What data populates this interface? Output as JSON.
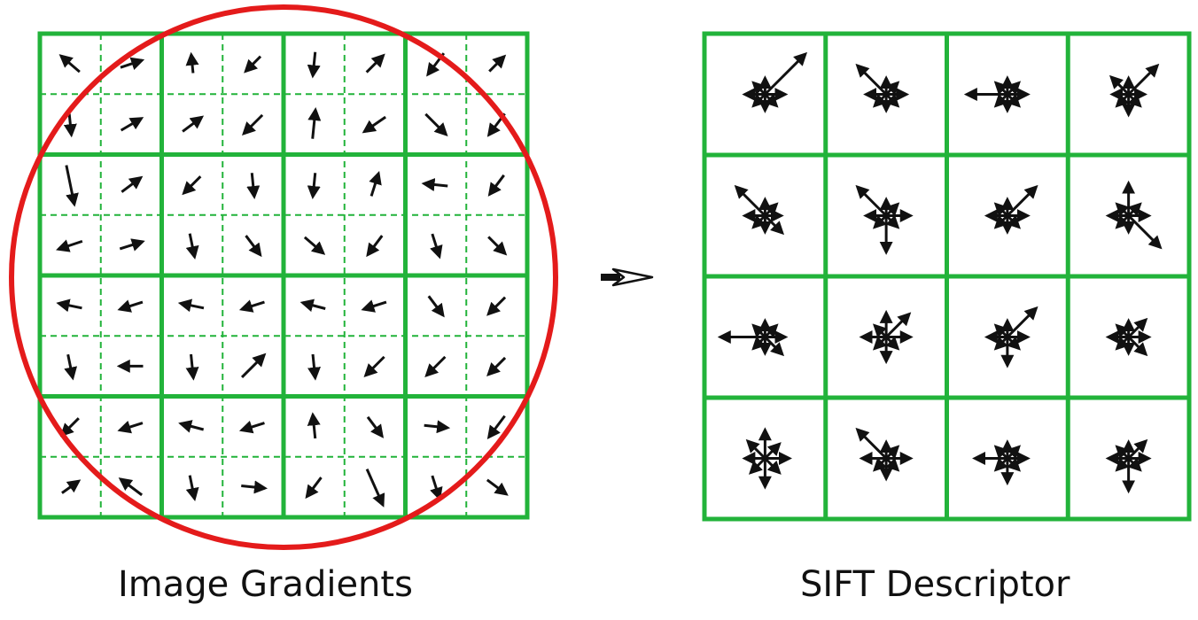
{
  "captions": {
    "left": "Image Gradients",
    "right": "SIFT Descriptor"
  },
  "colors": {
    "grid": "#22b33a",
    "circle": "#e41b1b",
    "arrow": "#111111",
    "background": "#ffffff"
  },
  "gradients": [
    [
      [
        -0.7,
        -0.6,
        1.0
      ],
      [
        0.9,
        -0.3,
        0.9
      ],
      [
        -0.1,
        -0.99,
        0.7
      ],
      [
        -0.7,
        0.7,
        0.8
      ],
      [
        -0.1,
        0.99,
        0.9
      ],
      [
        0.7,
        -0.7,
        0.9
      ],
      [
        -0.6,
        0.8,
        1.0
      ],
      [
        0.7,
        -0.7,
        0.8
      ]
    ],
    [
      [
        0.1,
        0.99,
        0.8
      ],
      [
        0.85,
        -0.5,
        0.9
      ],
      [
        0.8,
        -0.6,
        0.9
      ],
      [
        -0.7,
        0.7,
        1.0
      ],
      [
        0.1,
        -0.99,
        1.1
      ],
      [
        -0.8,
        0.55,
        1.0
      ],
      [
        0.7,
        0.7,
        1.1
      ],
      [
        -0.6,
        0.8,
        1.0
      ]
    ],
    [
      [
        0.2,
        0.98,
        1.5
      ],
      [
        0.8,
        -0.6,
        0.9
      ],
      [
        -0.7,
        0.7,
        0.9
      ],
      [
        0.1,
        0.99,
        0.9
      ],
      [
        -0.1,
        0.99,
        0.9
      ],
      [
        0.3,
        -0.95,
        0.9
      ],
      [
        -0.99,
        -0.1,
        0.9
      ],
      [
        -0.6,
        0.8,
        0.9
      ]
    ],
    [
      [
        -0.9,
        0.3,
        1.0
      ],
      [
        0.95,
        -0.3,
        0.9
      ],
      [
        0.2,
        0.98,
        0.9
      ],
      [
        0.6,
        0.8,
        0.9
      ],
      [
        0.7,
        0.6,
        1.0
      ],
      [
        -0.6,
        0.8,
        0.9
      ],
      [
        0.3,
        0.95,
        0.9
      ],
      [
        0.7,
        0.7,
        0.9
      ]
    ],
    [
      [
        -0.97,
        -0.2,
        0.9
      ],
      [
        -0.95,
        0.3,
        0.9
      ],
      [
        -0.97,
        -0.2,
        0.9
      ],
      [
        -0.95,
        0.3,
        0.9
      ],
      [
        -0.95,
        -0.25,
        0.9
      ],
      [
        -0.95,
        0.3,
        0.9
      ],
      [
        0.6,
        0.8,
        0.9
      ],
      [
        -0.7,
        0.7,
        0.9
      ]
    ],
    [
      [
        0.2,
        0.98,
        0.9
      ],
      [
        -0.99,
        0.0,
        0.9
      ],
      [
        0.1,
        0.99,
        0.9
      ],
      [
        0.7,
        -0.7,
        1.2
      ],
      [
        0.1,
        0.99,
        0.9
      ],
      [
        -0.7,
        0.7,
        1.0
      ],
      [
        -0.7,
        0.7,
        1.0
      ],
      [
        -0.7,
        0.7,
        0.9
      ]
    ],
    [
      [
        -0.7,
        0.7,
        0.9
      ],
      [
        -0.95,
        0.3,
        0.9
      ],
      [
        -0.95,
        -0.25,
        0.9
      ],
      [
        -0.95,
        0.3,
        0.9
      ],
      [
        -0.1,
        -0.99,
        0.9
      ],
      [
        0.6,
        0.8,
        0.9
      ],
      [
        0.98,
        0.1,
        0.9
      ],
      [
        -0.6,
        0.8,
        1.0
      ]
    ],
    [
      [
        0.7,
        -0.5,
        0.9
      ],
      [
        -0.8,
        -0.6,
        1.0
      ],
      [
        0.2,
        0.98,
        0.9
      ],
      [
        0.99,
        0.1,
        0.9
      ],
      [
        -0.6,
        0.8,
        0.9
      ],
      [
        0.4,
        0.9,
        1.5
      ],
      [
        0.3,
        0.95,
        0.9
      ],
      [
        0.8,
        0.6,
        0.9
      ]
    ]
  ],
  "descriptor": [
    [
      [
        5,
        4,
        4,
        4,
        5,
        4,
        4,
        14
      ],
      [
        5,
        4,
        4,
        4,
        5,
        10,
        4,
        4
      ],
      [
        5,
        4,
        4,
        4,
        10,
        4,
        4,
        4
      ],
      [
        4,
        4,
        5,
        4,
        4,
        6,
        4,
        10
      ]
    ],
    [
      [
        4,
        6,
        4,
        4,
        5,
        10,
        4,
        4
      ],
      [
        6,
        4,
        9,
        4,
        5,
        10,
        4,
        4
      ],
      [
        5,
        4,
        4,
        4,
        5,
        4,
        4,
        10
      ],
      [
        5,
        11,
        4,
        4,
        5,
        4,
        8,
        4
      ]
    ],
    [
      [
        5,
        6,
        4,
        4,
        11,
        4,
        4,
        4
      ],
      [
        6,
        4,
        6,
        4,
        6,
        4,
        6,
        8
      ],
      [
        5,
        4,
        7,
        4,
        5,
        4,
        4,
        10
      ],
      [
        5,
        6,
        4,
        4,
        5,
        4,
        4,
        6
      ]
    ],
    [
      [
        6,
        5,
        7,
        5,
        5,
        6,
        7,
        5
      ],
      [
        6,
        4,
        5,
        4,
        6,
        10,
        4,
        4
      ],
      [
        5,
        4,
        6,
        4,
        8,
        4,
        4,
        4
      ],
      [
        5,
        4,
        8,
        4,
        5,
        4,
        4,
        6
      ]
    ]
  ]
}
